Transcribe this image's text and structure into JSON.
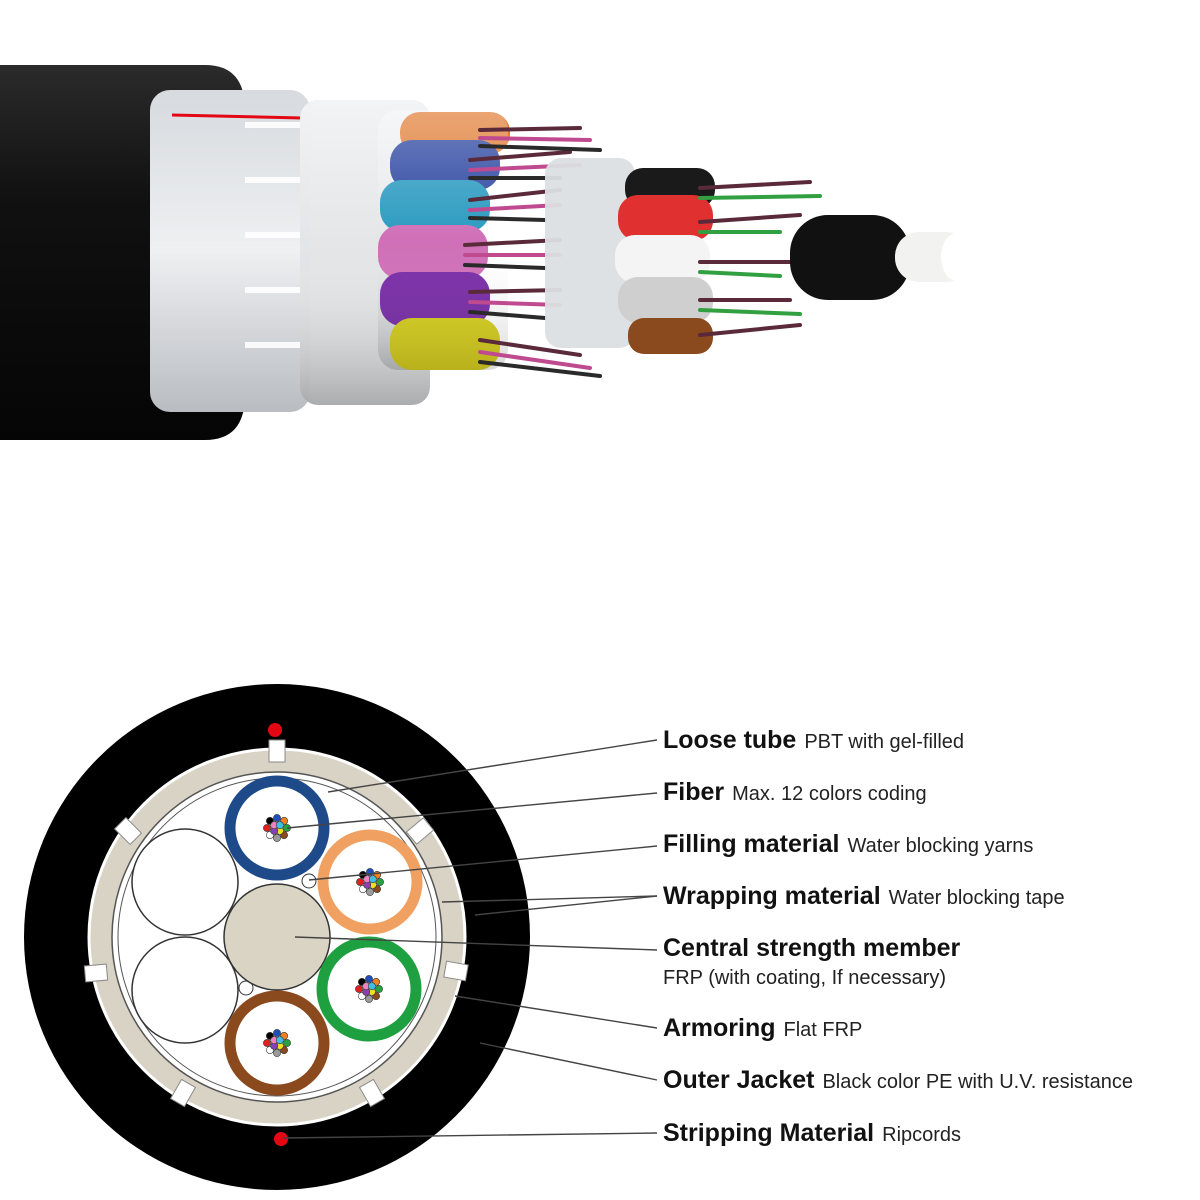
{
  "labels": [
    {
      "title": "Loose tube",
      "desc": "PBT with gel-filled"
    },
    {
      "title": "Fiber",
      "desc": "Max. 12 colors coding"
    },
    {
      "title": "Filling material",
      "desc": "Water blocking yarns"
    },
    {
      "title": "Wrapping material",
      "desc": "Water blocking tape"
    },
    {
      "title": "Central strength member",
      "desc": "FRP (with coating, If necessary)"
    },
    {
      "title": "Armoring",
      "desc": "Flat FRP"
    },
    {
      "title": "Outer Jacket",
      "desc": "Black color PE with U.V. resistance"
    },
    {
      "title": "Stripping Material",
      "desc": "Ripcords"
    }
  ],
  "colors": {
    "jacket": "#000000",
    "armor": "#d8d3c4",
    "ripcord": "#e30613",
    "strength_member": "#d9d4c4",
    "tube_blue": "#1f4a8a",
    "tube_orange": "#f0a060",
    "tube_green": "#1fa040",
    "tube_brown": "#8b4a1e"
  },
  "fiber_colors": [
    "#1f4fbf",
    "#f08020",
    "#2aa040",
    "#8b4a1e",
    "#9a9a9a",
    "#ffffff",
    "#e02020",
    "#000000",
    "#f0e020",
    "#8a40b0",
    "#f080c0",
    "#40c0e0"
  ]
}
